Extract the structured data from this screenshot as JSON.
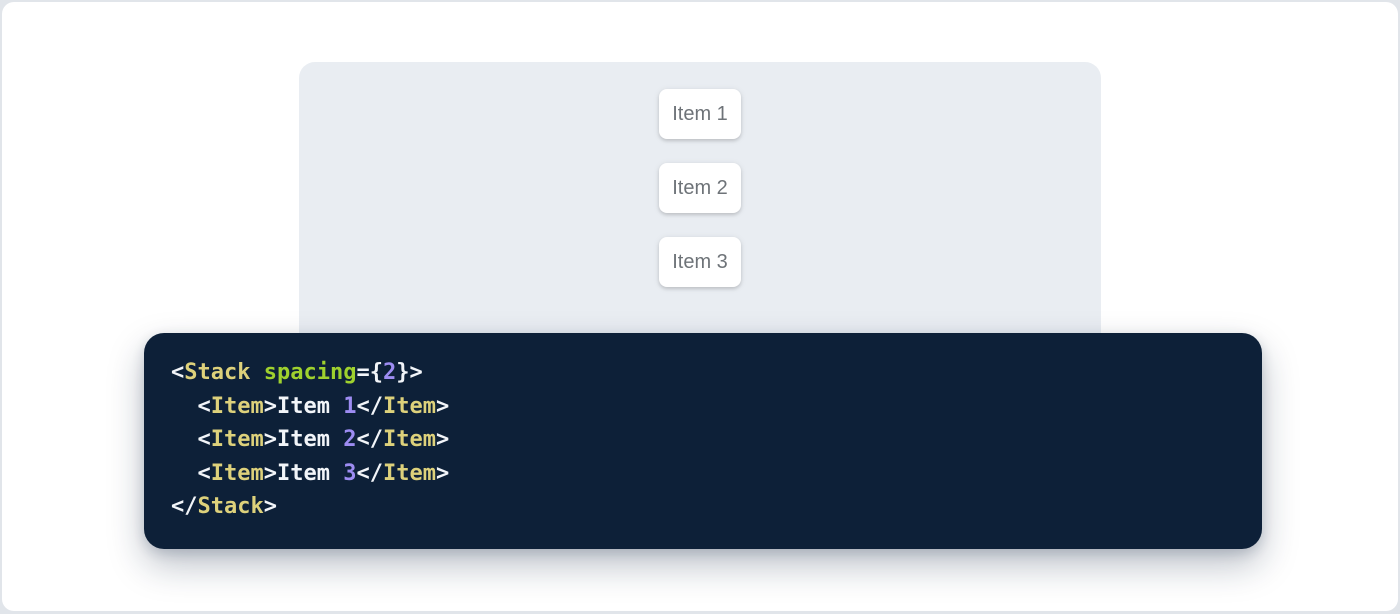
{
  "demo": {
    "items": [
      {
        "label": "Item 1"
      },
      {
        "label": "Item 2"
      },
      {
        "label": "Item 3"
      }
    ]
  },
  "code": {
    "lines": [
      {
        "tokens": [
          {
            "t": "punct",
            "v": "<"
          },
          {
            "t": "tag",
            "v": "Stack"
          },
          {
            "t": "plain",
            "v": " "
          },
          {
            "t": "attr",
            "v": "spacing"
          },
          {
            "t": "punct",
            "v": "="
          },
          {
            "t": "punct",
            "v": "{"
          },
          {
            "t": "number",
            "v": "2"
          },
          {
            "t": "punct",
            "v": "}"
          },
          {
            "t": "punct",
            "v": ">"
          }
        ]
      },
      {
        "tokens": [
          {
            "t": "plain",
            "v": "  "
          },
          {
            "t": "punct",
            "v": "<"
          },
          {
            "t": "tag",
            "v": "Item"
          },
          {
            "t": "punct",
            "v": ">"
          },
          {
            "t": "plain",
            "v": "Item "
          },
          {
            "t": "number",
            "v": "1"
          },
          {
            "t": "punct",
            "v": "</"
          },
          {
            "t": "tag",
            "v": "Item"
          },
          {
            "t": "punct",
            "v": ">"
          }
        ]
      },
      {
        "tokens": [
          {
            "t": "plain",
            "v": "  "
          },
          {
            "t": "punct",
            "v": "<"
          },
          {
            "t": "tag",
            "v": "Item"
          },
          {
            "t": "punct",
            "v": ">"
          },
          {
            "t": "plain",
            "v": "Item "
          },
          {
            "t": "number",
            "v": "2"
          },
          {
            "t": "punct",
            "v": "</"
          },
          {
            "t": "tag",
            "v": "Item"
          },
          {
            "t": "punct",
            "v": ">"
          }
        ]
      },
      {
        "tokens": [
          {
            "t": "plain",
            "v": "  "
          },
          {
            "t": "punct",
            "v": "<"
          },
          {
            "t": "tag",
            "v": "Item"
          },
          {
            "t": "punct",
            "v": ">"
          },
          {
            "t": "plain",
            "v": "Item "
          },
          {
            "t": "number",
            "v": "3"
          },
          {
            "t": "punct",
            "v": "</"
          },
          {
            "t": "tag",
            "v": "Item"
          },
          {
            "t": "punct",
            "v": ">"
          }
        ]
      },
      {
        "tokens": [
          {
            "t": "punct",
            "v": "</"
          },
          {
            "t": "tag",
            "v": "Stack"
          },
          {
            "t": "punct",
            "v": ">"
          }
        ]
      }
    ]
  },
  "colors": {
    "page_background": "#e1e5ea",
    "card_background": "#ffffff",
    "panel_background": "#e9edf2",
    "item_card_background": "#ffffff",
    "item_text": "#6e7378",
    "code_background": "#0d2038",
    "token_tag": "#ddd17b",
    "token_attr": "#9fd12e",
    "token_number": "#9d8cf2",
    "token_punctuation": "#f2f5f9",
    "token_plain": "#f2f5f9"
  }
}
